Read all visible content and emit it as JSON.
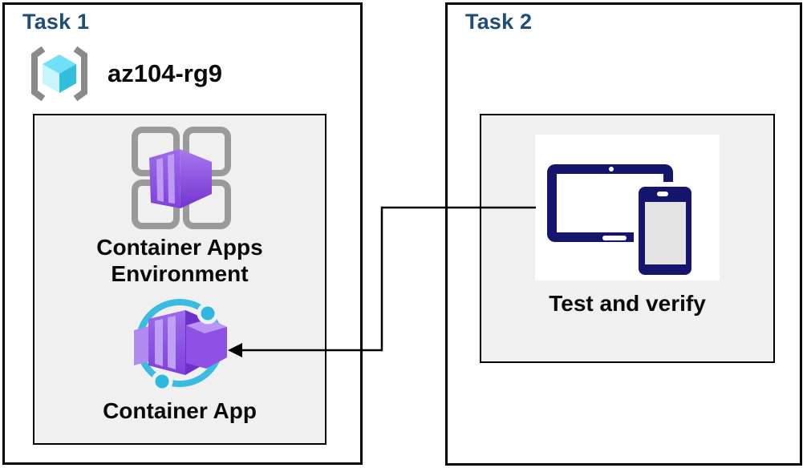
{
  "task1": {
    "title": "Task 1",
    "resource_group": {
      "name": "az104-rg9",
      "icon": "azure-resource-group-icon"
    },
    "environment": {
      "label_line1": "Container Apps",
      "label_line2": "Environment",
      "icon": "container-apps-environment-icon"
    },
    "app": {
      "label": "Container App",
      "icon": "container-app-icon"
    }
  },
  "task2": {
    "title": "Task 2",
    "test": {
      "label": "Test and verify",
      "icon": "tablet-and-phone-icon"
    }
  },
  "connector": {
    "from": "Test and verify",
    "to": "Container App",
    "type": "elbow",
    "arrowhead": "left-pointing"
  },
  "colors": {
    "title_navy": "#1F4E79",
    "box_border": "#000000",
    "inner_box_fill": "#F0F0F0",
    "label_black": "#0A0A0A",
    "icon_gray": "#9A9A9A",
    "bracket_gray": "#8A8A8A",
    "rg_cube_top": "#6FE0F5",
    "rg_cube_left": "#C9F4FB",
    "rg_cube_right": "#31BEDD",
    "container_purple": "#8C4FE2",
    "container_purple_dark": "#7434CF",
    "container_purple_light": "#BD9AF5",
    "ring_cyan": "#3ABCE0",
    "device_navy": "#15156B",
    "device_screen_gray": "#E4E4E4"
  }
}
